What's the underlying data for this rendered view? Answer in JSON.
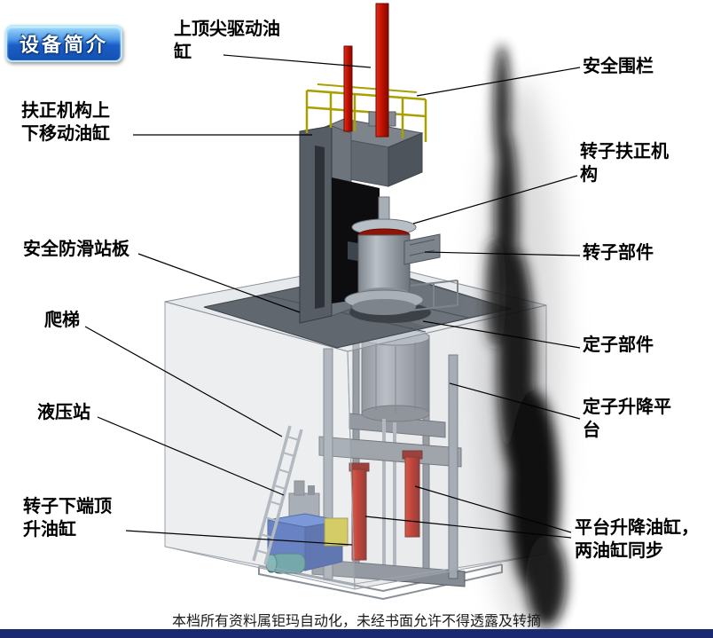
{
  "badge": {
    "label": "设备简介"
  },
  "callouts": [
    {
      "id": "top-center-drive-cylinder",
      "text": "上顶尖驱动油\n缸"
    },
    {
      "id": "safety-fence",
      "text": "安全围栏"
    },
    {
      "id": "righting-mechanism-move-cylinder",
      "text": "扶正机构上\n下移动油缸"
    },
    {
      "id": "rotor-righting-mechanism",
      "text": "转子扶正机\n构"
    },
    {
      "id": "safety-antislip-platform",
      "text": "安全防滑站板"
    },
    {
      "id": "rotor-component",
      "text": "转子部件"
    },
    {
      "id": "ladder",
      "text": "爬梯"
    },
    {
      "id": "stator-component",
      "text": "定子部件"
    },
    {
      "id": "hydraulic-station",
      "text": "液压站"
    },
    {
      "id": "stator-lift-platform",
      "text": "定子升降平\n台"
    },
    {
      "id": "rotor-bottom-jack-cylinder",
      "text": "转子下端顶\n升油缸"
    },
    {
      "id": "platform-lift-cylinders",
      "text": "平台升降油缸，\n两油缸同步"
    }
  ],
  "footer": {
    "text": "本档所有资料属钜玛自动化，未经书面允许不得透露及转摘"
  },
  "colors": {
    "badge_blue": "#1a5ec8",
    "cylinder_red": "#c01000",
    "railing_yellow": "#a8a000",
    "hydraulic_blue": "#2a52b8",
    "accent_yellow_block": "#d8c822",
    "footer_bar_navy": "#1b2a70",
    "enclosure_gray": "#c8ccd2",
    "platform_gray": "#61676f"
  }
}
